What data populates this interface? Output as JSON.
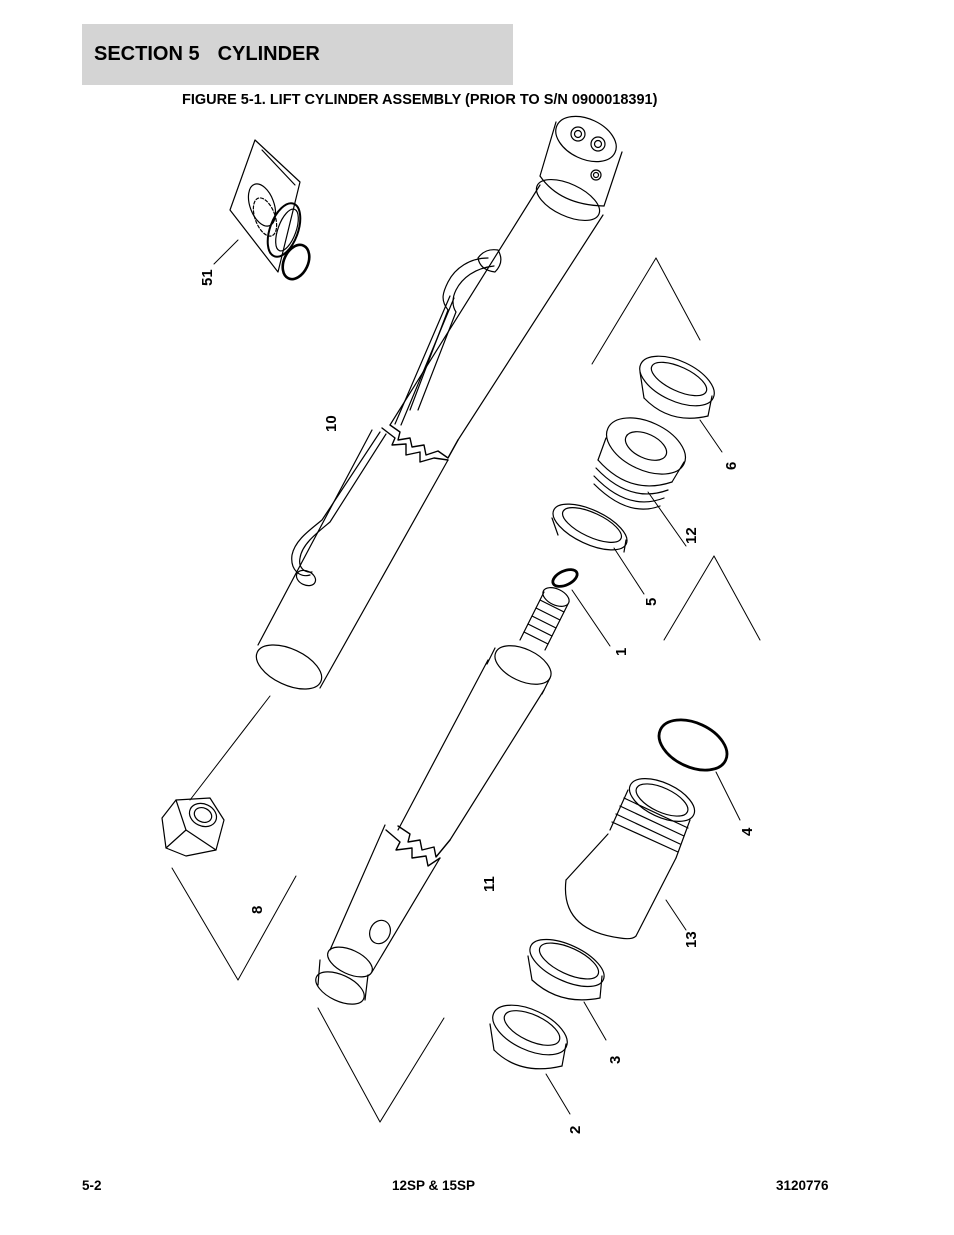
{
  "header": {
    "section_number": "SECTION 5",
    "section_name": "CYLINDER"
  },
  "figure": {
    "title": "FIGURE 5-1. LIFT CYLINDER ASSEMBLY (PRIOR TO S/N 0900018391)",
    "callouts": {
      "c51": "51",
      "c10": "10",
      "c6": "6",
      "c12": "12",
      "c5": "5",
      "c1": "1",
      "c4": "4",
      "c11": "11",
      "c8": "8",
      "c13": "13",
      "c3": "3",
      "c2": "2"
    }
  },
  "footer": {
    "page_number": "5-2",
    "models": "12SP & 15SP",
    "doc_number": "3120776"
  }
}
